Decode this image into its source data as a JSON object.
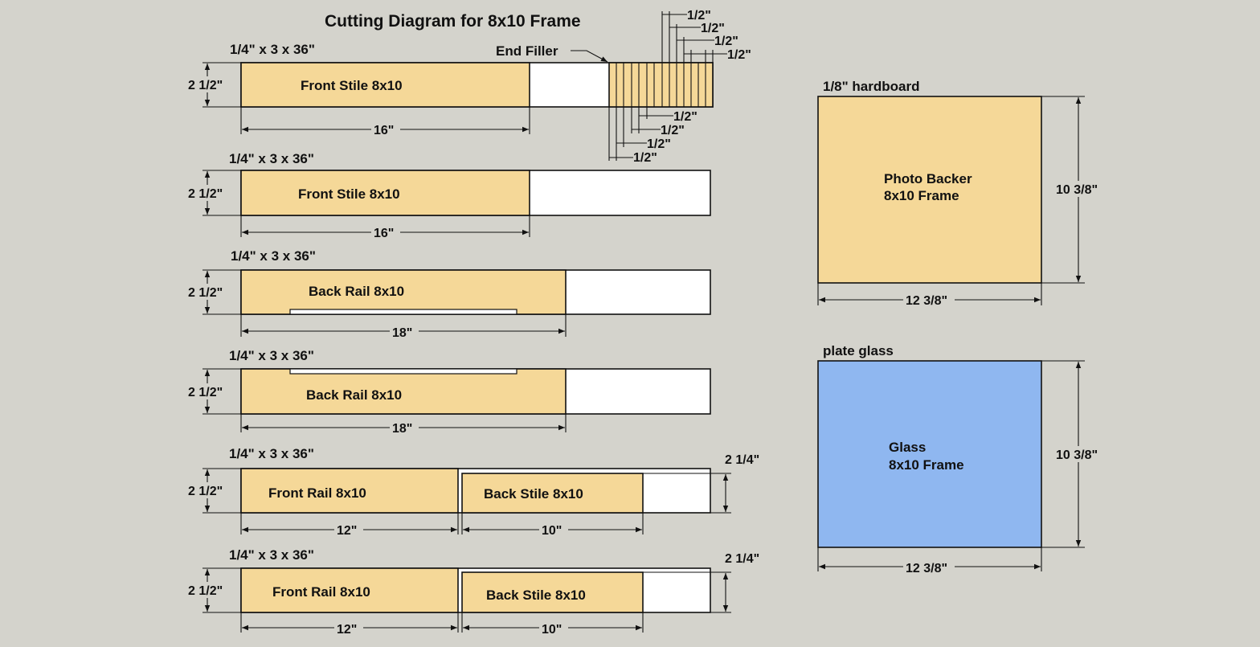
{
  "title": "Cutting Diagram for 8x10 Frame",
  "end_filler_label": "End Filler",
  "half_inch": "1/2\"",
  "boards": [
    {
      "stock": "1/4\" x 3 x 36\"",
      "height_label": "2 1/2\"",
      "part": "Front Stile 8x10",
      "part_len": "16\""
    },
    {
      "stock": "1/4\" x 3 x 36\"",
      "height_label": "2 1/2\"",
      "part": "Front Stile 8x10",
      "part_len": "16\""
    },
    {
      "stock": "1/4\" x 3 x 36\"",
      "height_label": "2 1/2\"",
      "part": "Back Rail 8x10",
      "part_len": "18\""
    },
    {
      "stock": "1/4\" x 3 x 36\"",
      "height_label": "2 1/2\"",
      "part": "Back Rail 8x10",
      "part_len": "18\""
    },
    {
      "stock": "1/4\" x 3 x 36\"",
      "height_label": "2 1/2\"",
      "part": "Front Rail 8x10",
      "part_len": "12\"",
      "part2": "Back Stile 8x10",
      "part2_len": "10\"",
      "part2_height": "2 1/4\""
    },
    {
      "stock": "1/4\" x 3 x 36\"",
      "height_label": "2 1/2\"",
      "part": "Front Rail 8x10",
      "part_len": "12\"",
      "part2": "Back Stile 8x10",
      "part2_len": "10\"",
      "part2_height": "2 1/4\""
    }
  ],
  "panels": [
    {
      "material": "1/8\" hardboard",
      "line1": "Photo Backer",
      "line2": "8x10 Frame",
      "width_label": "12 3/8\"",
      "height_label": "10 3/8\""
    },
    {
      "material": "plate glass",
      "line1": "Glass",
      "line2": "8x10 Frame",
      "width_label": "12 3/8\"",
      "height_label": "10 3/8\""
    }
  ],
  "colors": {
    "background": "#d4d3cc",
    "wood": "#f5d898",
    "glass": "#8fb7f0",
    "offcut": "#ffffff",
    "line": "#111111"
  }
}
